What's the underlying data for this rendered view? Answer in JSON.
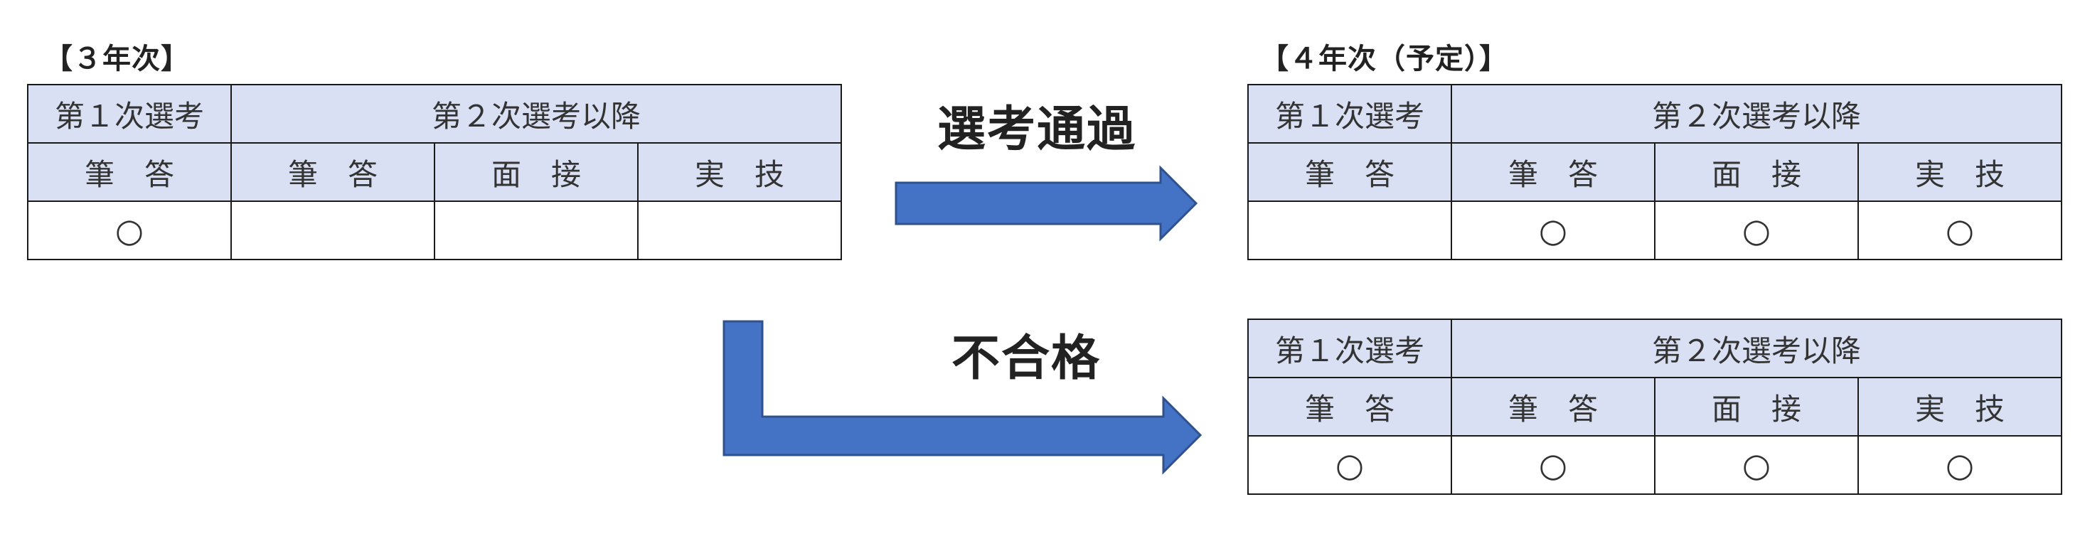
{
  "labels": {
    "year3": "【３年次】",
    "year4": "【４年次（予定）】"
  },
  "flow": {
    "pass": "選考通過",
    "fail": "不合格"
  },
  "headers": {
    "first": "第１次選考",
    "second": "第２次選考以降"
  },
  "subheaders": [
    "筆　答",
    "筆　答",
    "面　接",
    "実　技"
  ],
  "mark": "○",
  "tables": {
    "year3": [
      "○",
      "",
      "",
      ""
    ],
    "year4_pass": [
      "",
      "○",
      "○",
      "○"
    ],
    "year4_fail": [
      "○",
      "○",
      "○",
      "○"
    ]
  },
  "colors": {
    "header_fill": "#d9e0f3",
    "arrow_fill": "#4472c4",
    "arrow_stroke": "#2f528f"
  }
}
